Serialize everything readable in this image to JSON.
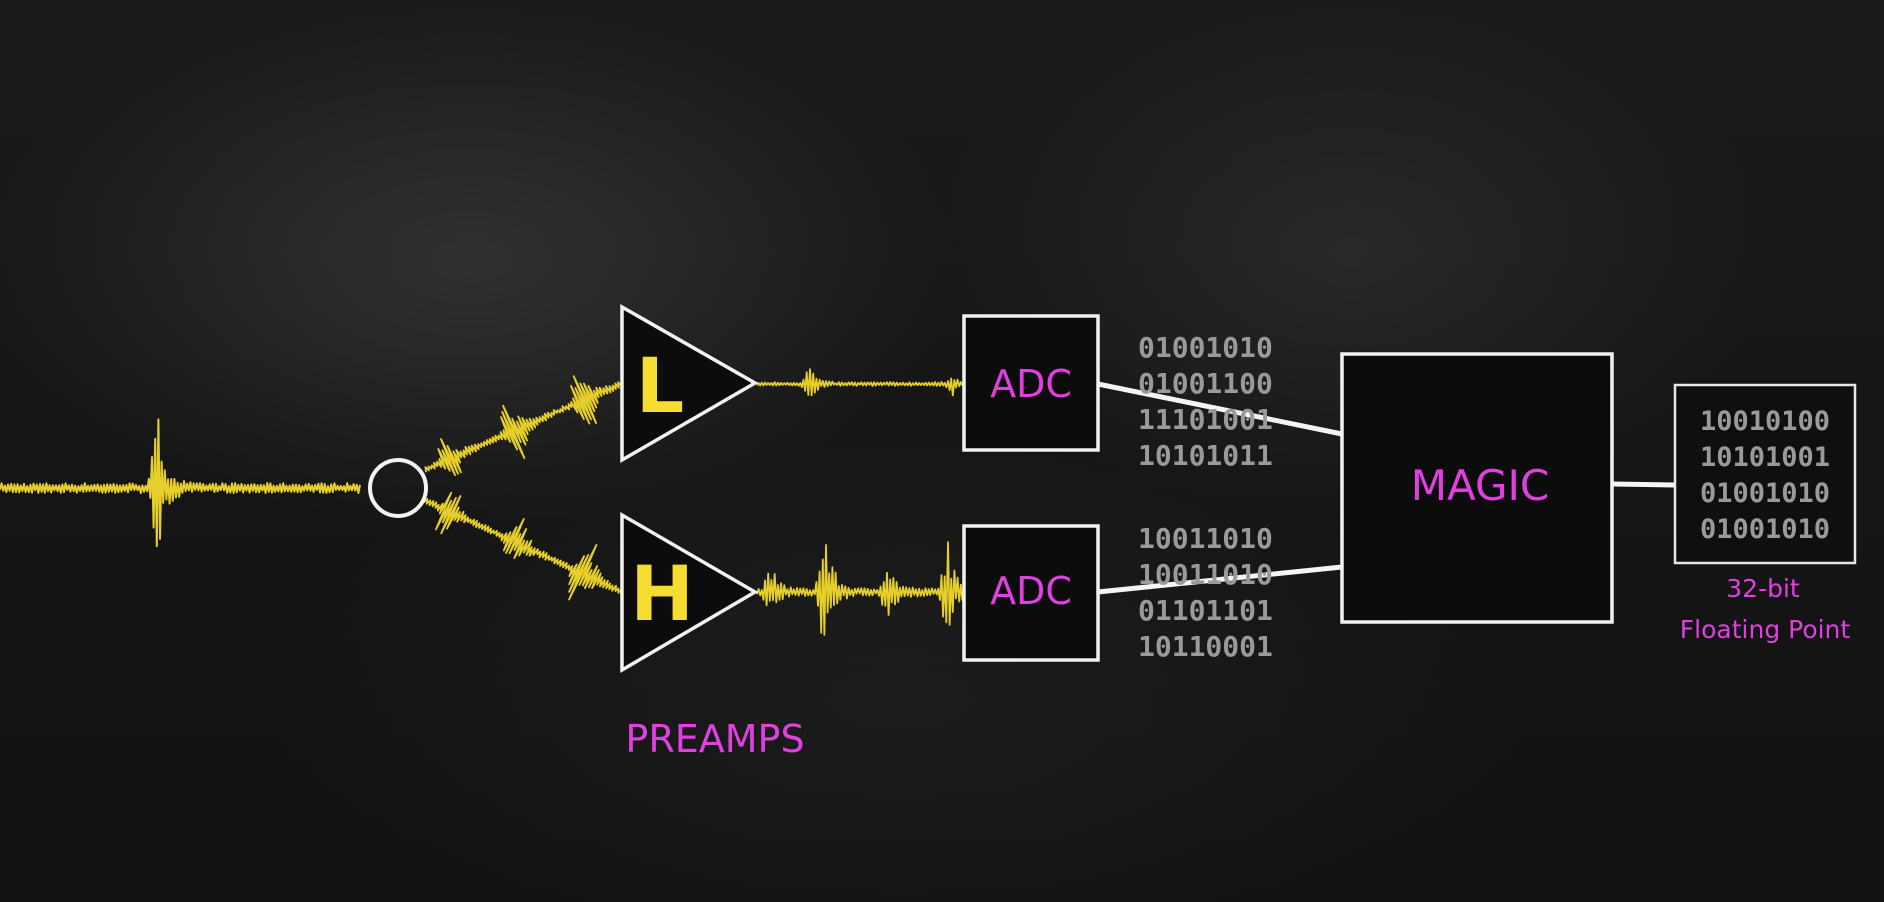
{
  "colors": {
    "signal": "#e6cf2a",
    "label": "#e040e0",
    "stroke": "#f2f2f2",
    "bits": "#9a9a9a",
    "amp_letter": "#f4dc30"
  },
  "preamps": {
    "low": {
      "letter": "L"
    },
    "high": {
      "letter": "H"
    },
    "label": "PREAMPS"
  },
  "adc": {
    "top_label": "ADC",
    "bottom_label": "ADC"
  },
  "bits": {
    "low": [
      "01001010",
      "01001100",
      "11101001",
      "10101011"
    ],
    "high": [
      "10011010",
      "10011010",
      "01101101",
      "10110001"
    ],
    "output": [
      "10010100",
      "10101001",
      "01001010",
      "01001010"
    ]
  },
  "magic": {
    "label": "MAGIC"
  },
  "output": {
    "label_line1": "32-bit",
    "label_line2": "Floating Point"
  }
}
